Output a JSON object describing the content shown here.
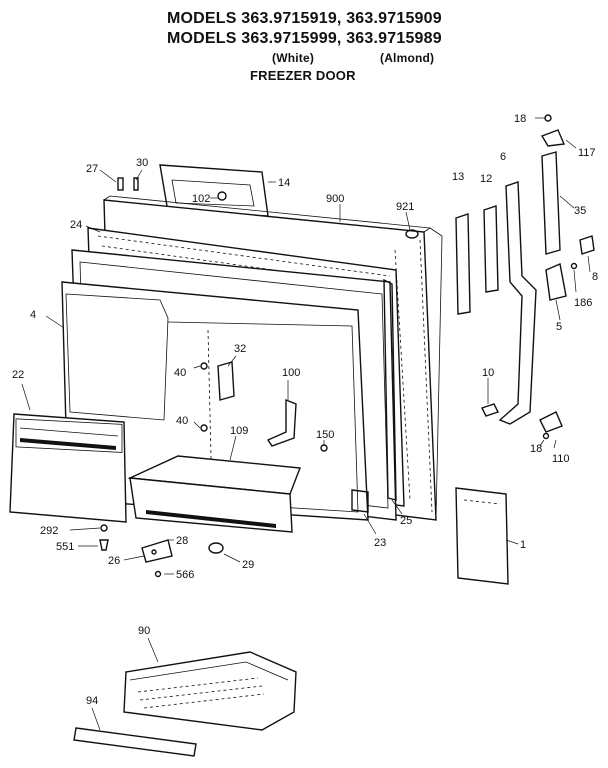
{
  "header": {
    "models_line_1": "MODELS 363.9715919, 363.9715909",
    "models_line_2": "MODELS 363.9715999, 363.9715989",
    "color_white": "(White)",
    "color_almond": "(Almond)",
    "section_title": "FREEZER DOOR"
  },
  "callouts": {
    "c18_top": "18",
    "c117": "117",
    "c27": "27",
    "c30": "30",
    "c14": "14",
    "c102": "102",
    "c900": "900",
    "c921": "921",
    "c13": "13",
    "c12": "12",
    "c6": "6",
    "c35": "35",
    "c8": "8",
    "c186": "186",
    "c5": "5",
    "c24": "24",
    "c4": "4",
    "c40_a": "40",
    "c32": "32",
    "c100": "100",
    "c22": "22",
    "c40_b": "40",
    "c109": "109",
    "c150": "150",
    "c10": "10",
    "c110": "110",
    "c18_bottom": "18",
    "c25": "25",
    "c23": "23",
    "c1": "1",
    "c292": "292",
    "c551": "551",
    "c28": "28",
    "c26": "26",
    "c566": "566",
    "c29": "29",
    "c90": "90",
    "c94": "94"
  }
}
